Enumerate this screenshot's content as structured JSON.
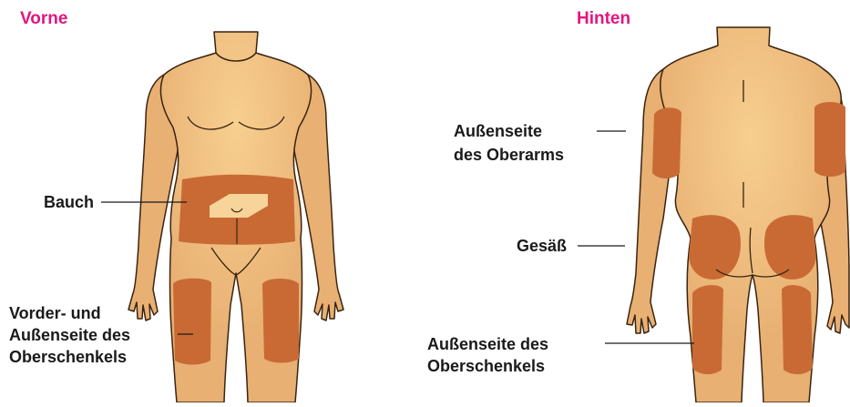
{
  "front": {
    "title": "Vorne",
    "labels": {
      "abdomen": "Bauch",
      "thigh_line1": "Vorder- und",
      "thigh_line2": "Außenseite des",
      "thigh_line3": "Oberschenkels"
    }
  },
  "back": {
    "title": "Hinten",
    "labels": {
      "upper_arm_line1": "Außenseite",
      "upper_arm_line2": "des Oberarms",
      "buttocks": "Gesäß",
      "thigh_line1": "Außenseite des",
      "thigh_line2": "Oberschenkels"
    }
  },
  "colors": {
    "skin": "#e8b073",
    "skin_light": "#f7cf8f",
    "injection_zone": "#c96a34",
    "navel_zone": "#f6d49a",
    "outline": "#3a2410",
    "header": "#e4157e"
  }
}
